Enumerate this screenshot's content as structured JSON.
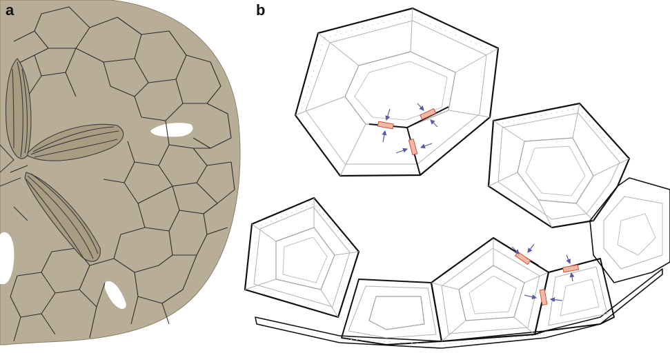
{
  "panels": {
    "a": {
      "label": "a",
      "subject": "sand-dollar-test-photo"
    },
    "b": {
      "label": "b",
      "subject": "plate-tiling-diagram"
    }
  },
  "colors": {
    "test_fill": "#b8ad97",
    "plate_line": "#2b2b2b",
    "petal_fill": "#a89c82",
    "diagram_outline": "#111111",
    "diagram_inner": "#b0b0b0",
    "marker_fill": "#f0b8a8",
    "marker_edge": "#d05030",
    "arrow_color": "#5a5aa0"
  },
  "icons": [
    "sand-dollar-icon",
    "dodecahedral-net-diagram"
  ]
}
